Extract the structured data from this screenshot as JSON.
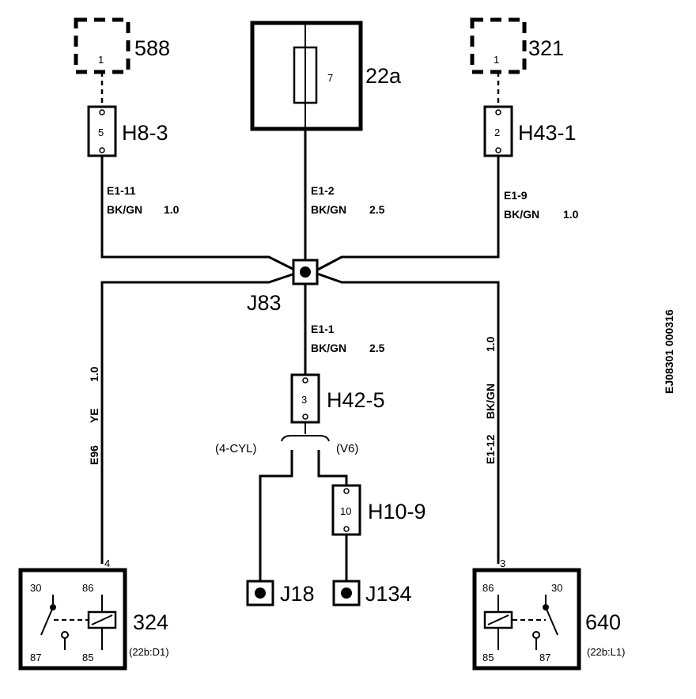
{
  "components": {
    "c588": {
      "id": "588",
      "pin": "1"
    },
    "c22a": {
      "id": "22a",
      "fuse": "7"
    },
    "c321": {
      "id": "321",
      "pin": "1"
    },
    "c324": {
      "id": "324",
      "ref": "(22b:D1)",
      "pin_in": "4",
      "t30": "30",
      "t86": "86",
      "t87": "87",
      "t85": "85"
    },
    "c640": {
      "id": "640",
      "ref": "(22b:L1)",
      "pin_in": "3",
      "t86": "86",
      "t30": "30",
      "t85": "85",
      "t87": "87"
    }
  },
  "connectors": {
    "H8_3": {
      "id": "H8-3",
      "pin": "5"
    },
    "H43_1": {
      "id": "H43-1",
      "pin": "2"
    },
    "H42_5": {
      "id": "H42-5",
      "pin": "3"
    },
    "H10_9": {
      "id": "H10-9",
      "pin": "10"
    }
  },
  "junctions": {
    "J83": "J83",
    "J18": "J18",
    "J134": "J134"
  },
  "wires": {
    "E1_11": {
      "code": "E1-11",
      "color": "BK/GN",
      "size": "1.0"
    },
    "E1_2": {
      "code": "E1-2",
      "color": "BK/GN",
      "size": "2.5"
    },
    "E1_9": {
      "code": "E1-9",
      "color": "BK/GN",
      "size": "1.0"
    },
    "E1_1": {
      "code": "E1-1",
      "color": "BK/GN",
      "size": "2.5"
    },
    "E96": {
      "code": "E96",
      "color": "YE",
      "size": "1.0"
    },
    "E1_12": {
      "code": "E1-12",
      "color": "BK/GN",
      "size": "1.0"
    }
  },
  "options": {
    "left": "(4-CYL)",
    "right": "(V6)"
  },
  "diagram_id": "EJ08301 000316"
}
